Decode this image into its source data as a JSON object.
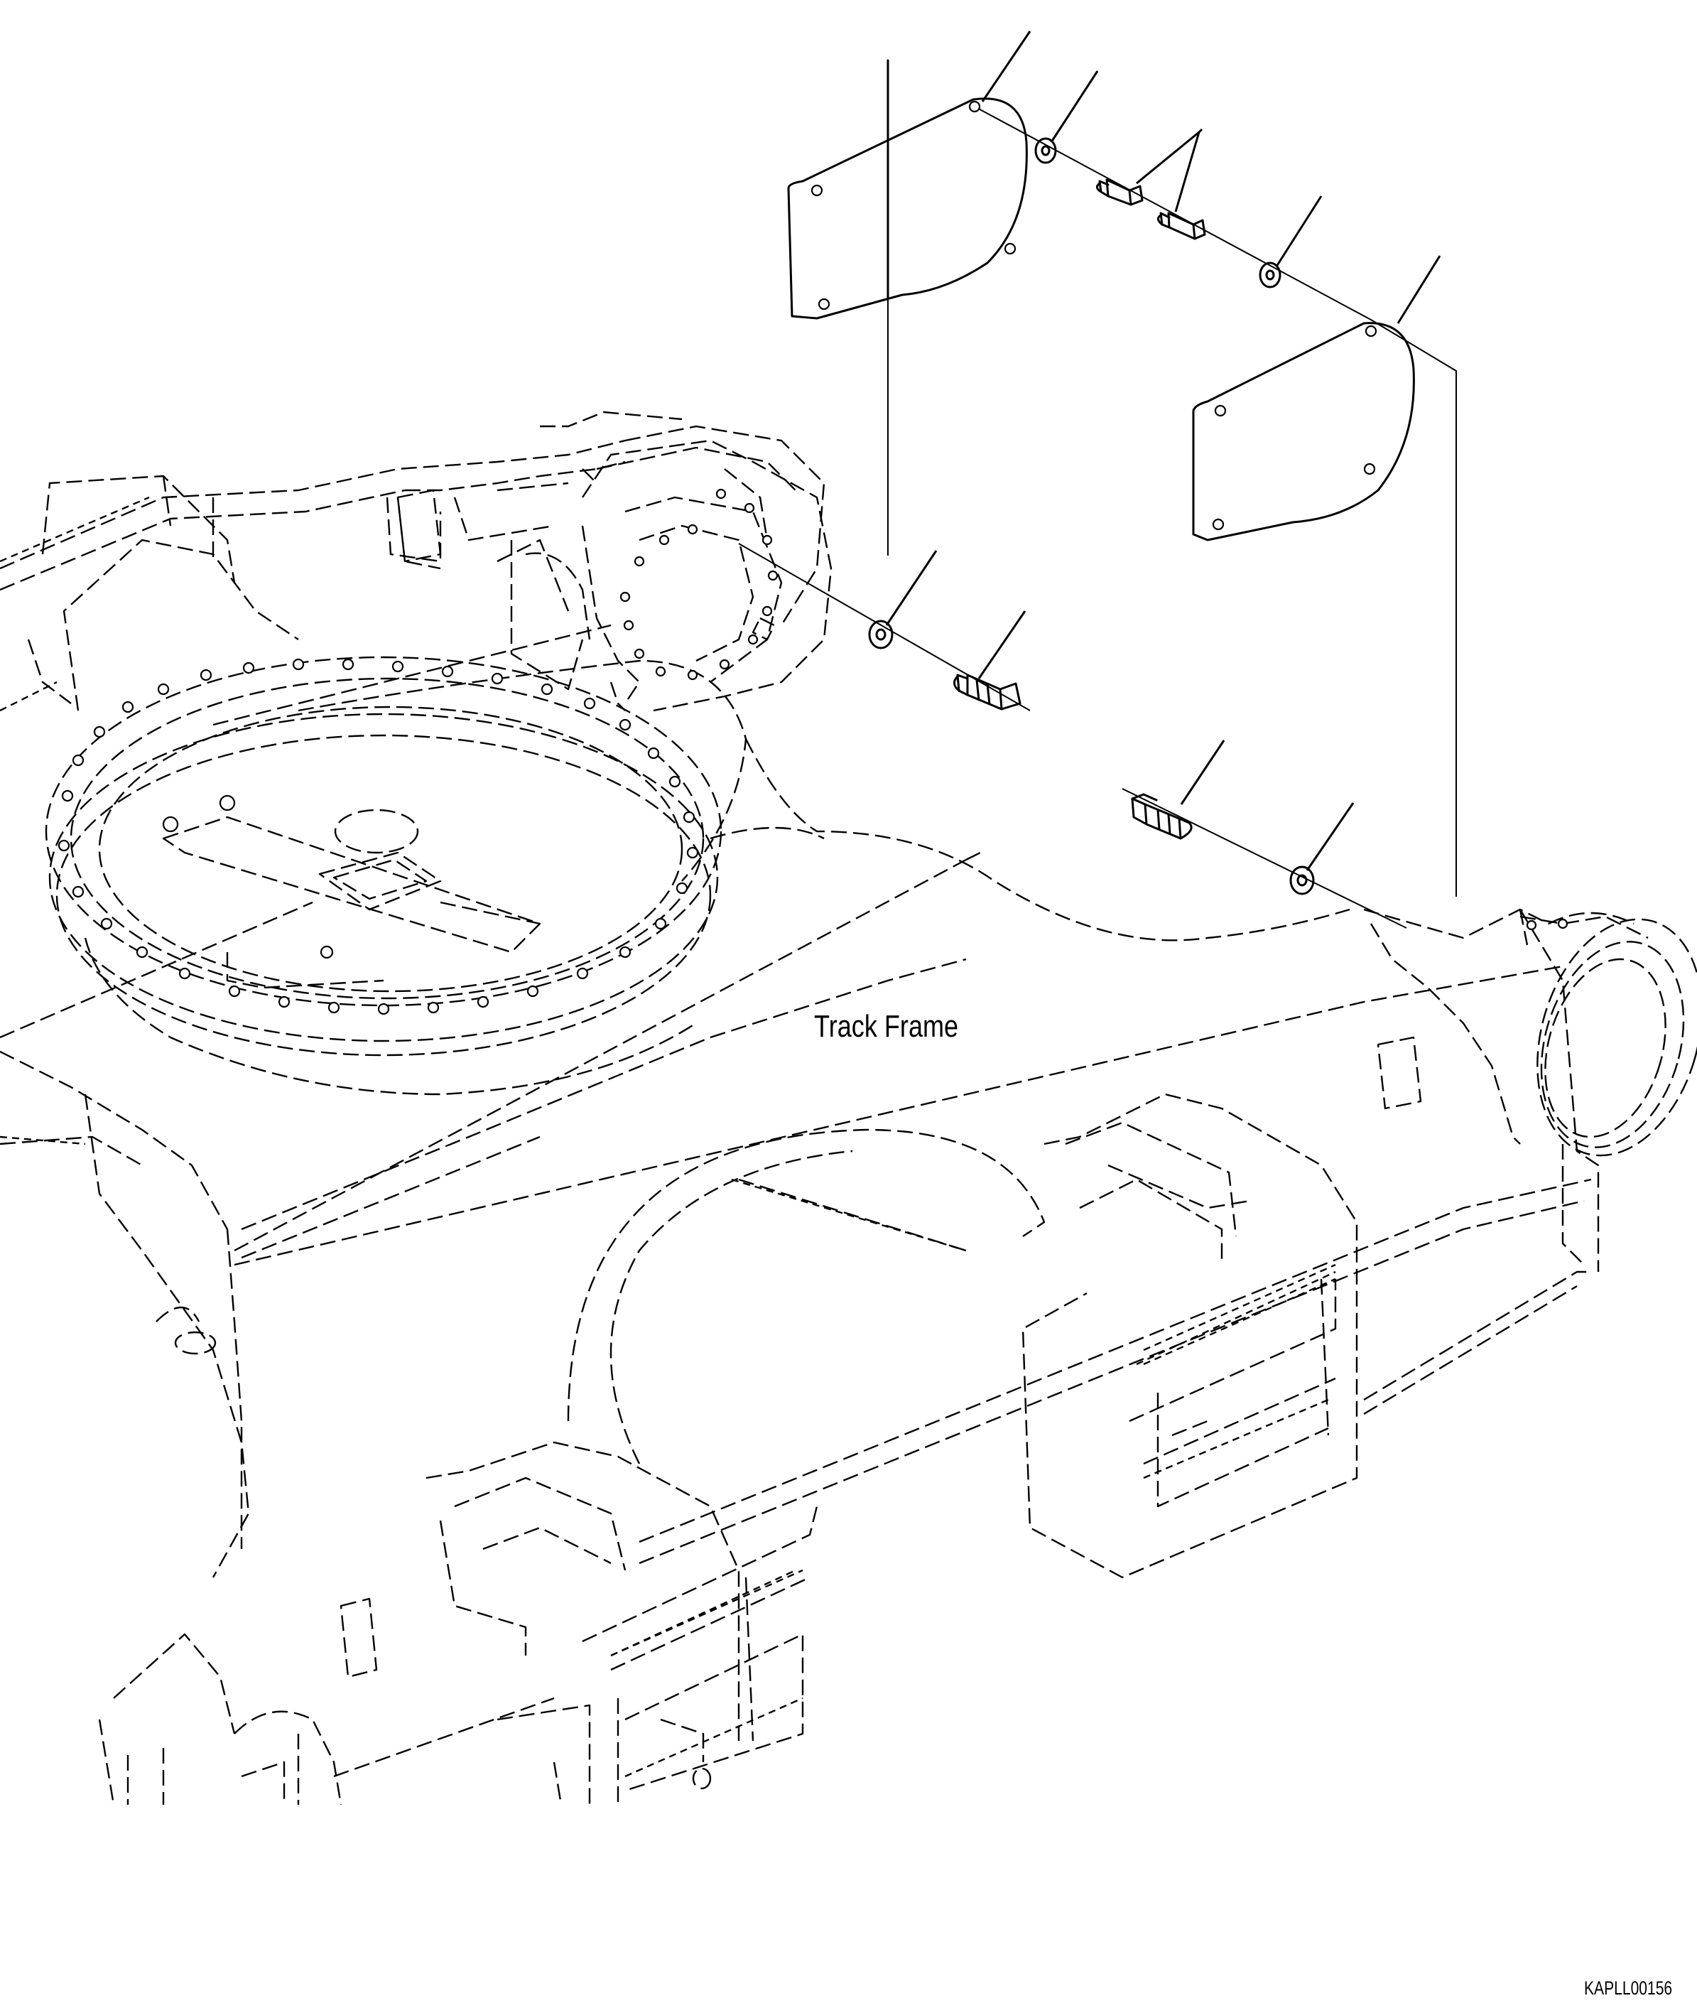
{
  "diagram": {
    "main_label": "Track Frame",
    "figure_code": "KAPLL00156"
  },
  "parts": [
    {
      "name": "cover-plate-upper-left",
      "callout": ""
    },
    {
      "name": "washer",
      "callout": ""
    },
    {
      "name": "bolt",
      "callout": ""
    },
    {
      "name": "cover-plate-right",
      "callout": ""
    }
  ]
}
